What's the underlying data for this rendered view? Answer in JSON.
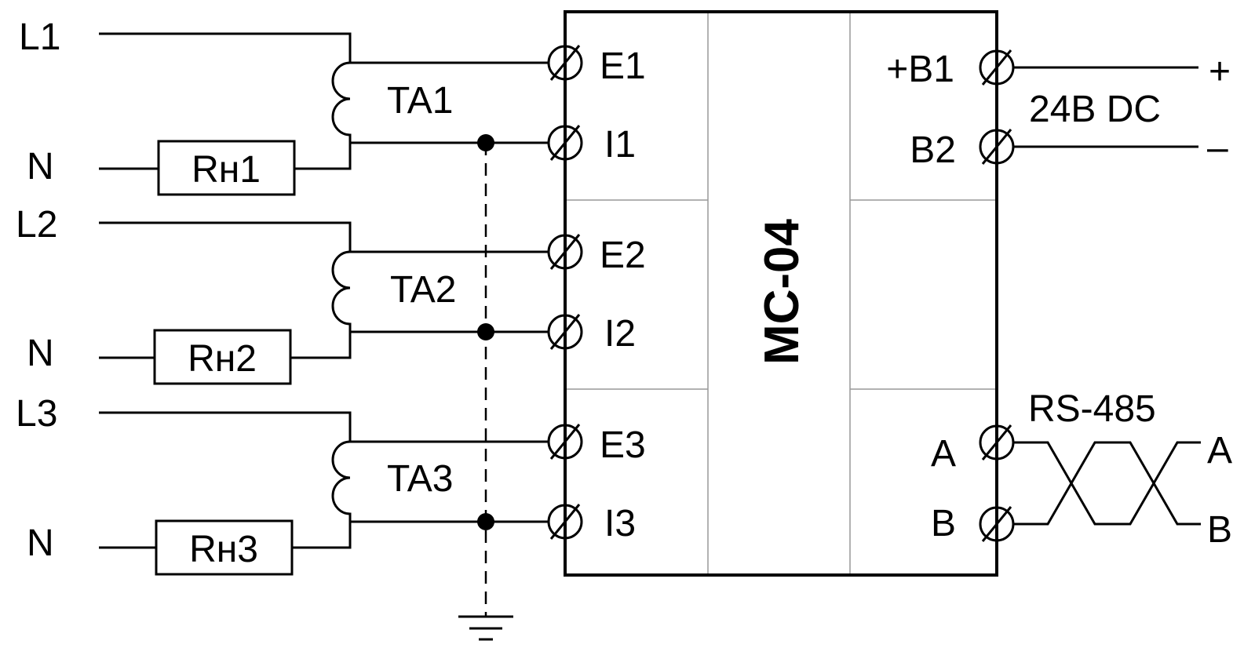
{
  "device": {
    "name": "МС-04"
  },
  "channels": [
    {
      "line": "L1",
      "neutral": "N",
      "transformer": "TA1",
      "resistor_main": "Rн",
      "resistor_index": "1",
      "term_e": "E1",
      "term_i": "I1"
    },
    {
      "line": "L2",
      "neutral": "N",
      "transformer": "TA2",
      "resistor_main": "Rн",
      "resistor_index": "2",
      "term_e": "E2",
      "term_i": "I2"
    },
    {
      "line": "L3",
      "neutral": "N",
      "transformer": "TA3",
      "resistor_main": "Rн",
      "resistor_index": "3",
      "term_e": "E3",
      "term_i": "I3"
    }
  ],
  "power": {
    "term_plus": "+B1",
    "term_minus": "B2",
    "label": "24B DC",
    "plus_sign": "+",
    "minus_sign": "–"
  },
  "rs485": {
    "label": "RS-485",
    "term_a": "A",
    "term_b": "B",
    "out_a": "A",
    "out_b": "B"
  }
}
